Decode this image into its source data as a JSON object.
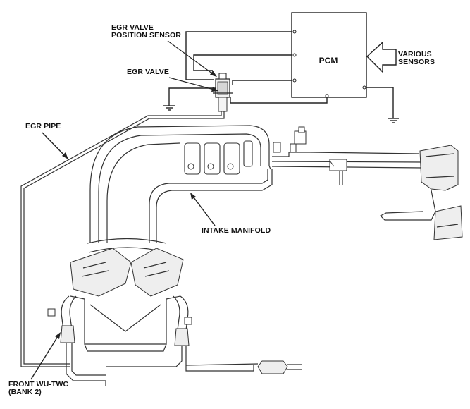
{
  "labels": {
    "egr_valve_position_sensor_line1": "EGR VALVE",
    "egr_valve_position_sensor_line2": "POSITION SENSOR",
    "egr_valve": "EGR VALVE",
    "pcm": "PCM",
    "various_sensors_line1": "VARIOUS",
    "various_sensors_line2": "SENSORS",
    "egr_pipe": "EGR PIPE",
    "intake_manifold": "INTAKE MANIFOLD",
    "front_wu_twc_line1": "FRONT WU-TWC",
    "front_wu_twc_line2": "(BANK 2)"
  }
}
